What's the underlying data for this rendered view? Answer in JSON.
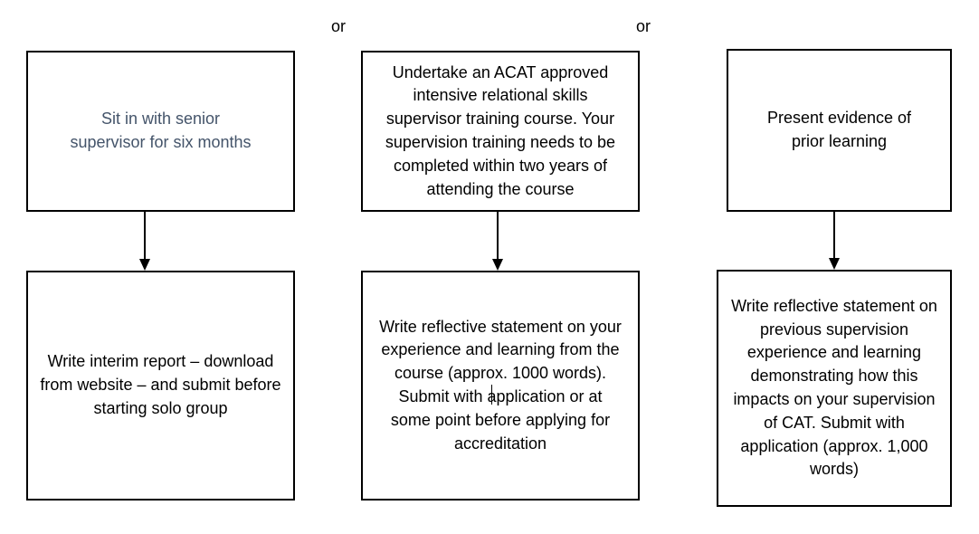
{
  "separators": {
    "left_or": "or",
    "right_or": "or"
  },
  "col1": {
    "top": "Sit in with senior supervisor for six months",
    "bottom": "Write interim report – download from website – and submit before starting solo group"
  },
  "col2": {
    "top_lead": "Undertake",
    "top_rest": " an ACAT approved intensive relational skills supervisor training course. Your supervision training needs to be completed within two years of attending the course",
    "bottom": "Write reflective statement on your experience and learning from the course (approx. 1000 words).  Submit with application or at some point before applying for accreditation"
  },
  "col3": {
    "top": "Present evidence of prior learning",
    "bottom": "Write reflective statement on previous supervision experience and learning demonstrating how this impacts on your supervision of CAT. Submit with application (approx. 1,000 words)"
  },
  "colors": {
    "stroke": "#000000",
    "slate_text": "#44546a"
  }
}
